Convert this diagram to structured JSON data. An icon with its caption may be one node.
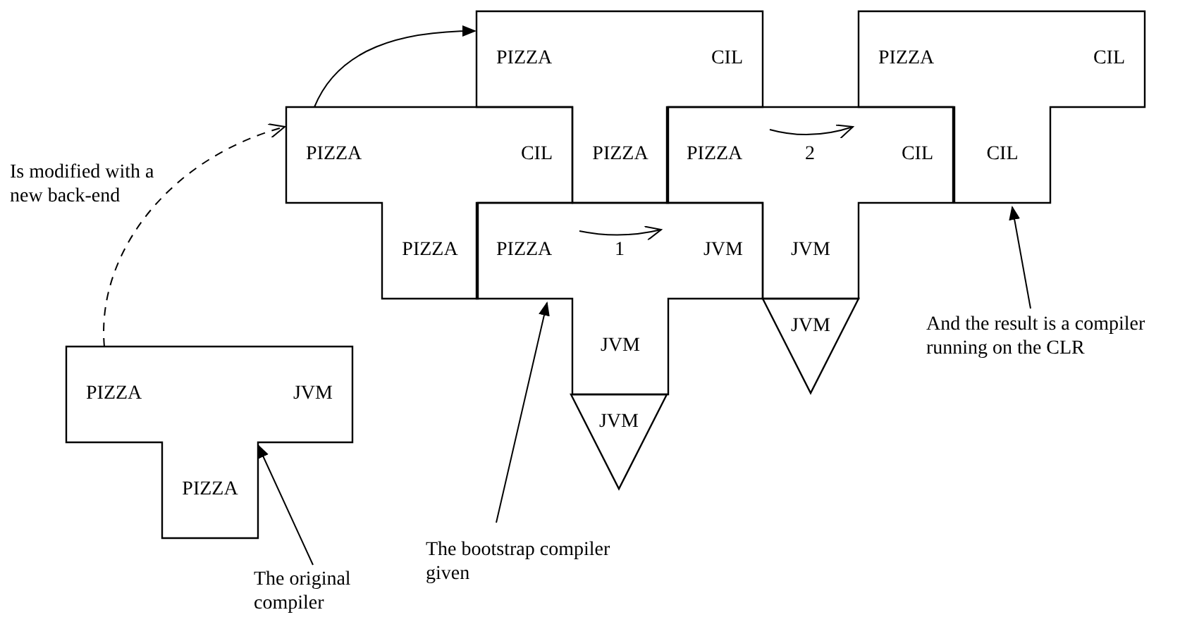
{
  "diagram": {
    "nodes": [
      {
        "text": [
          "PIZZA",
          "CIL",
          "PIZZA"
        ]
      },
      {
        "text": [
          "PIZZA",
          "CIL",
          "CIL"
        ]
      },
      {
        "text": [
          "PIZZA",
          "CIL",
          "PIZZA"
        ]
      },
      {
        "text": [
          "PIZZA",
          "2",
          "CIL",
          "JVM"
        ]
      },
      {
        "text": [
          "PIZZA",
          "1",
          "JVM",
          "JVM"
        ]
      },
      {
        "text": [
          "JVM"
        ]
      },
      {
        "text": [
          "JVM"
        ]
      },
      {
        "text": [
          "PIZZA",
          "JVM",
          "PIZZA"
        ]
      },
      {
        "text": [
          "And the result is a compiler running on the CLR"
        ]
      },
      {
        "text": [
          "The bootstrap compiler given"
        ]
      },
      {
        "text": [
          "The original compiler"
        ]
      }
    ],
    "edges": [
      {
        "from": 7,
        "to": 2,
        "arrow": "to",
        "style": "dashed",
        "label": "Is modified with a new back-end"
      },
      {
        "from": 2,
        "to": 0,
        "arrow": "to"
      },
      {
        "from": 10,
        "to": 7,
        "arrow": "to"
      },
      {
        "from": 9,
        "to": 4,
        "arrow": "to"
      },
      {
        "from": 8,
        "to": 1,
        "arrow": "to"
      }
    ]
  }
}
